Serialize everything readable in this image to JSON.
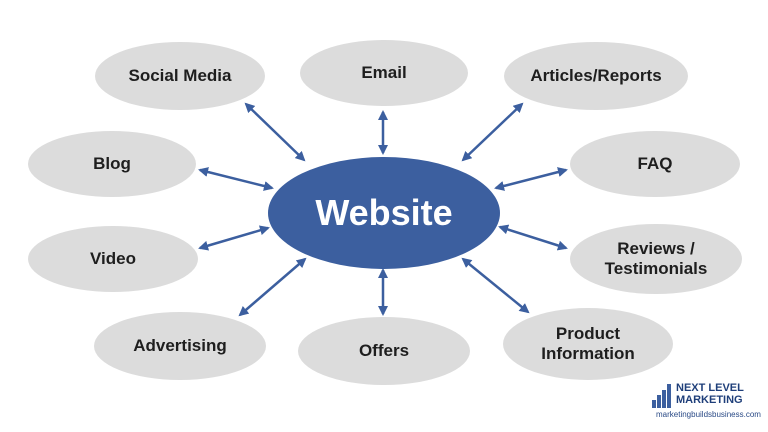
{
  "diagram": {
    "hub": {
      "label": "Website"
    },
    "nodes": [
      {
        "id": "social-media",
        "lines": [
          "Social Media"
        ]
      },
      {
        "id": "email",
        "lines": [
          "Email"
        ]
      },
      {
        "id": "articles-reports",
        "lines": [
          "Articles/Reports"
        ]
      },
      {
        "id": "blog",
        "lines": [
          "Blog"
        ]
      },
      {
        "id": "faq",
        "lines": [
          "FAQ"
        ]
      },
      {
        "id": "video",
        "lines": [
          "Video"
        ]
      },
      {
        "id": "reviews-testimonials",
        "lines": [
          "Reviews /",
          "Testimonials"
        ]
      },
      {
        "id": "advertising",
        "lines": [
          "Advertising"
        ]
      },
      {
        "id": "offers",
        "lines": [
          "Offers"
        ]
      },
      {
        "id": "product-information",
        "lines": [
          "Product",
          "Information"
        ]
      }
    ]
  },
  "logo": {
    "line1": "NEXT LEVEL",
    "line2": "MARKETING",
    "url": "marketingbuildsbusiness.com"
  },
  "colors": {
    "hub_fill": "#3c5f9f",
    "node_fill": "#dcdcdc",
    "arrow": "#3c5f9f",
    "node_text": "#1e1e1e",
    "hub_text": "#ffffff"
  }
}
